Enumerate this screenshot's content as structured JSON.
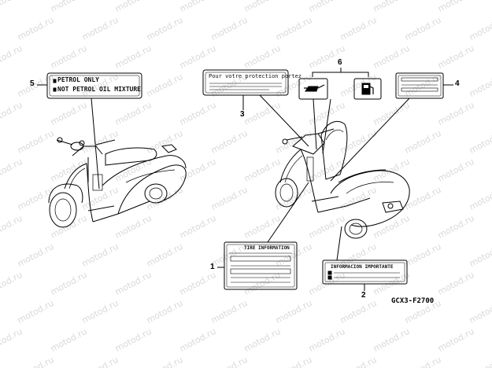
{
  "watermark": "motod.ru",
  "callouts": {
    "n1": "1",
    "n2": "2",
    "n3": "3",
    "n4": "4",
    "n5": "5",
    "n6": "6"
  },
  "labels": {
    "fuel_line1": "PETROL ONLY",
    "fuel_line2": "NOT PETROL OIL MIXTURE",
    "protection": "Pour votre protection portez",
    "tire": "TIRE INFORMATION",
    "info": "INFORMACION IMPORTANTE"
  },
  "icons": [
    "oil-can-icon",
    "fuel-pump-icon"
  ],
  "diagram_code": "GCX3-F2700"
}
